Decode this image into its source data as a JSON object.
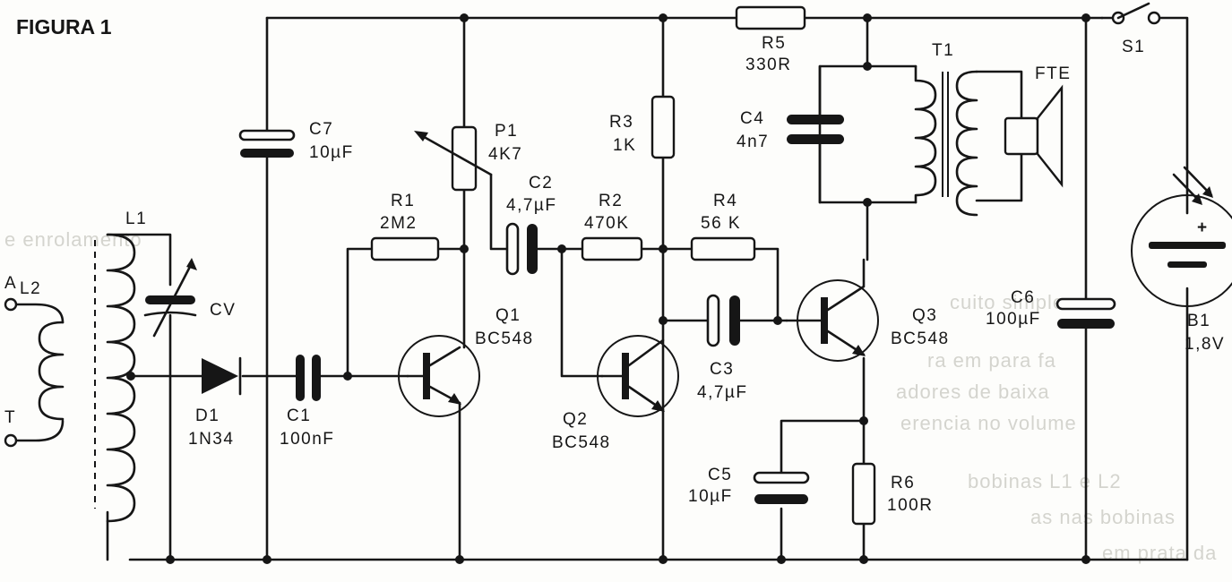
{
  "figure_title": "FIGURA 1",
  "components": {
    "R1": {
      "ref": "R1",
      "value": "2M2"
    },
    "R2": {
      "ref": "R2",
      "value": "470K"
    },
    "R3": {
      "ref": "R3",
      "value": "1K"
    },
    "R4": {
      "ref": "R4",
      "value": "56 K"
    },
    "R5": {
      "ref": "R5",
      "value": "330R"
    },
    "R6": {
      "ref": "R6",
      "value": "100R"
    },
    "P1": {
      "ref": "P1",
      "value": "4K7"
    },
    "C1": {
      "ref": "C1",
      "value": "100nF"
    },
    "C2": {
      "ref": "C2",
      "value": "4,7µF"
    },
    "C3": {
      "ref": "C3",
      "value": "4,7µF"
    },
    "C4": {
      "ref": "C4",
      "value": "4n7"
    },
    "C5": {
      "ref": "C5",
      "value": "10µF"
    },
    "C6": {
      "ref": "C6",
      "value": "100µF"
    },
    "C7": {
      "ref": "C7",
      "value": "10µF"
    },
    "Q1": {
      "ref": "Q1",
      "value": "BC548"
    },
    "Q2": {
      "ref": "Q2",
      "value": "BC548"
    },
    "Q3": {
      "ref": "Q3",
      "value": "BC548"
    },
    "D1": {
      "ref": "D1",
      "value": "1N34"
    },
    "L1": {
      "ref": "L1"
    },
    "L2": {
      "ref": "L2"
    },
    "CV": {
      "ref": "CV"
    },
    "T1": {
      "ref": "T1"
    },
    "FTE": {
      "ref": "FTE"
    },
    "S1": {
      "ref": "S1"
    },
    "B1": {
      "ref": "B1",
      "value": "1,8V",
      "polarity": "+"
    }
  },
  "terminals": {
    "antenna": "A",
    "ground": "T"
  },
  "background_text": [
    "cuito simples",
    "ra em para fa",
    "adores de baixa",
    "erencia no volume",
    "bobinas L1 e L2",
    "as nas bobinas",
    "em prata da",
    "e enrolamento"
  ]
}
